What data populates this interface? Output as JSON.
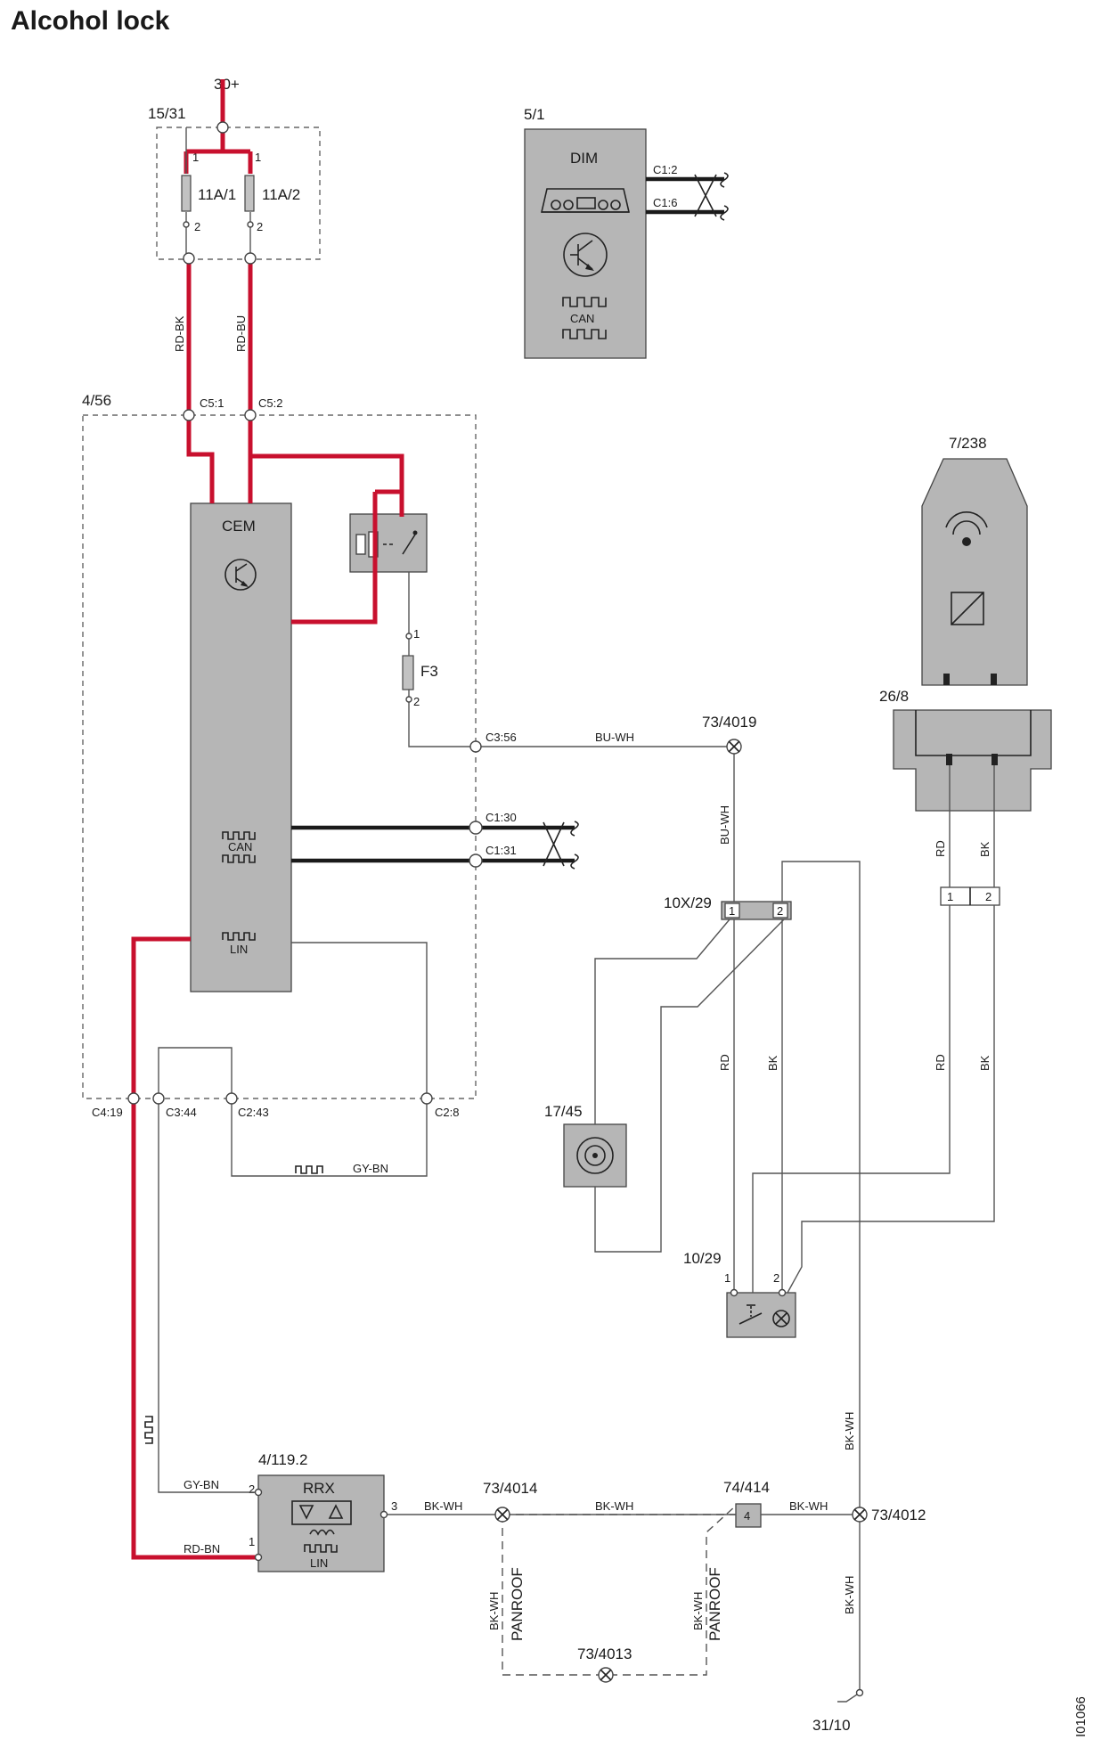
{
  "title": "Alcohol lock",
  "diagram_id": "I01066",
  "components": {
    "dim": {
      "ref": "5/1",
      "label": "DIM",
      "can_label": "CAN",
      "pins": [
        "C1:2",
        "C1:6"
      ]
    },
    "fusebox": {
      "ref": "15/31",
      "fuses": [
        "11A/1",
        "11A/2"
      ],
      "supply": "30+",
      "pin_in": "1",
      "pin_out": "2"
    },
    "cem_unit": {
      "ref": "4/56",
      "label": "CEM",
      "can_label": "CAN",
      "lin_label": "LIN",
      "fuse": "F3",
      "fuse_pins": [
        "1",
        "2"
      ]
    },
    "transceiver": {
      "ref": "7/238"
    },
    "connector_26_8": {
      "ref": "26/8"
    },
    "connector_10x29": {
      "ref": "10X/29",
      "pins": [
        "1",
        "2"
      ]
    },
    "switch_10_29": {
      "ref": "10/29",
      "pins": [
        "1",
        "2"
      ]
    },
    "device_17_45": {
      "ref": "17/45"
    },
    "rrx": {
      "ref": "4/119.2",
      "label": "RRX",
      "lin_label": "LIN",
      "pins": [
        "2",
        "1",
        "3"
      ]
    },
    "splice_74_414": {
      "ref": "74/414",
      "pin": "4"
    },
    "ground": {
      "ref": "31/10"
    },
    "transceiver_pins": [
      "1",
      "2"
    ]
  },
  "connectors": {
    "c5_1": "C5:1",
    "c5_2": "C5:2",
    "c3_56": "C3:56",
    "c1_30": "C1:30",
    "c1_31": "C1:31",
    "c4_19": "C4:19",
    "c3_44": "C3:44",
    "c2_43": "C2:43",
    "c2_8": "C2:8"
  },
  "splices": {
    "s4019": "73/4019",
    "s4014": "73/4014",
    "s4013": "73/4013",
    "s4012": "73/4012"
  },
  "wire_colors": {
    "rd_bk": "RD-BK",
    "rd_bu": "RD-BU",
    "bu_wh": "BU-WH",
    "gy_bn": "GY-BN",
    "rd_bn": "RD-BN",
    "bk_wh": "BK-WH",
    "rd": "RD",
    "bk": "BK"
  },
  "panroof": "PANROOF",
  "colors": {
    "power_wire": "#c8102e",
    "component_fill": "#b6b6b6",
    "can_wire": "#1a1a1a"
  }
}
